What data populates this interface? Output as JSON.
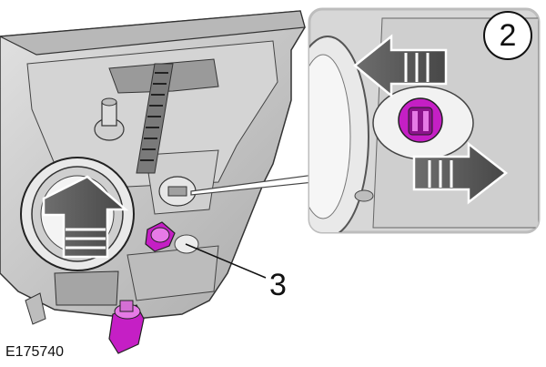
{
  "figure": {
    "id_label": "E175740",
    "callouts": {
      "inset": "2",
      "bulb": "3"
    }
  },
  "colors": {
    "housing": "#c9c9c9",
    "housing_dark": "#8a8a8a",
    "bulb_accent": "#c51fc5",
    "arrow": "#5a5a5a",
    "inset_frame": "#bdbdbd"
  }
}
